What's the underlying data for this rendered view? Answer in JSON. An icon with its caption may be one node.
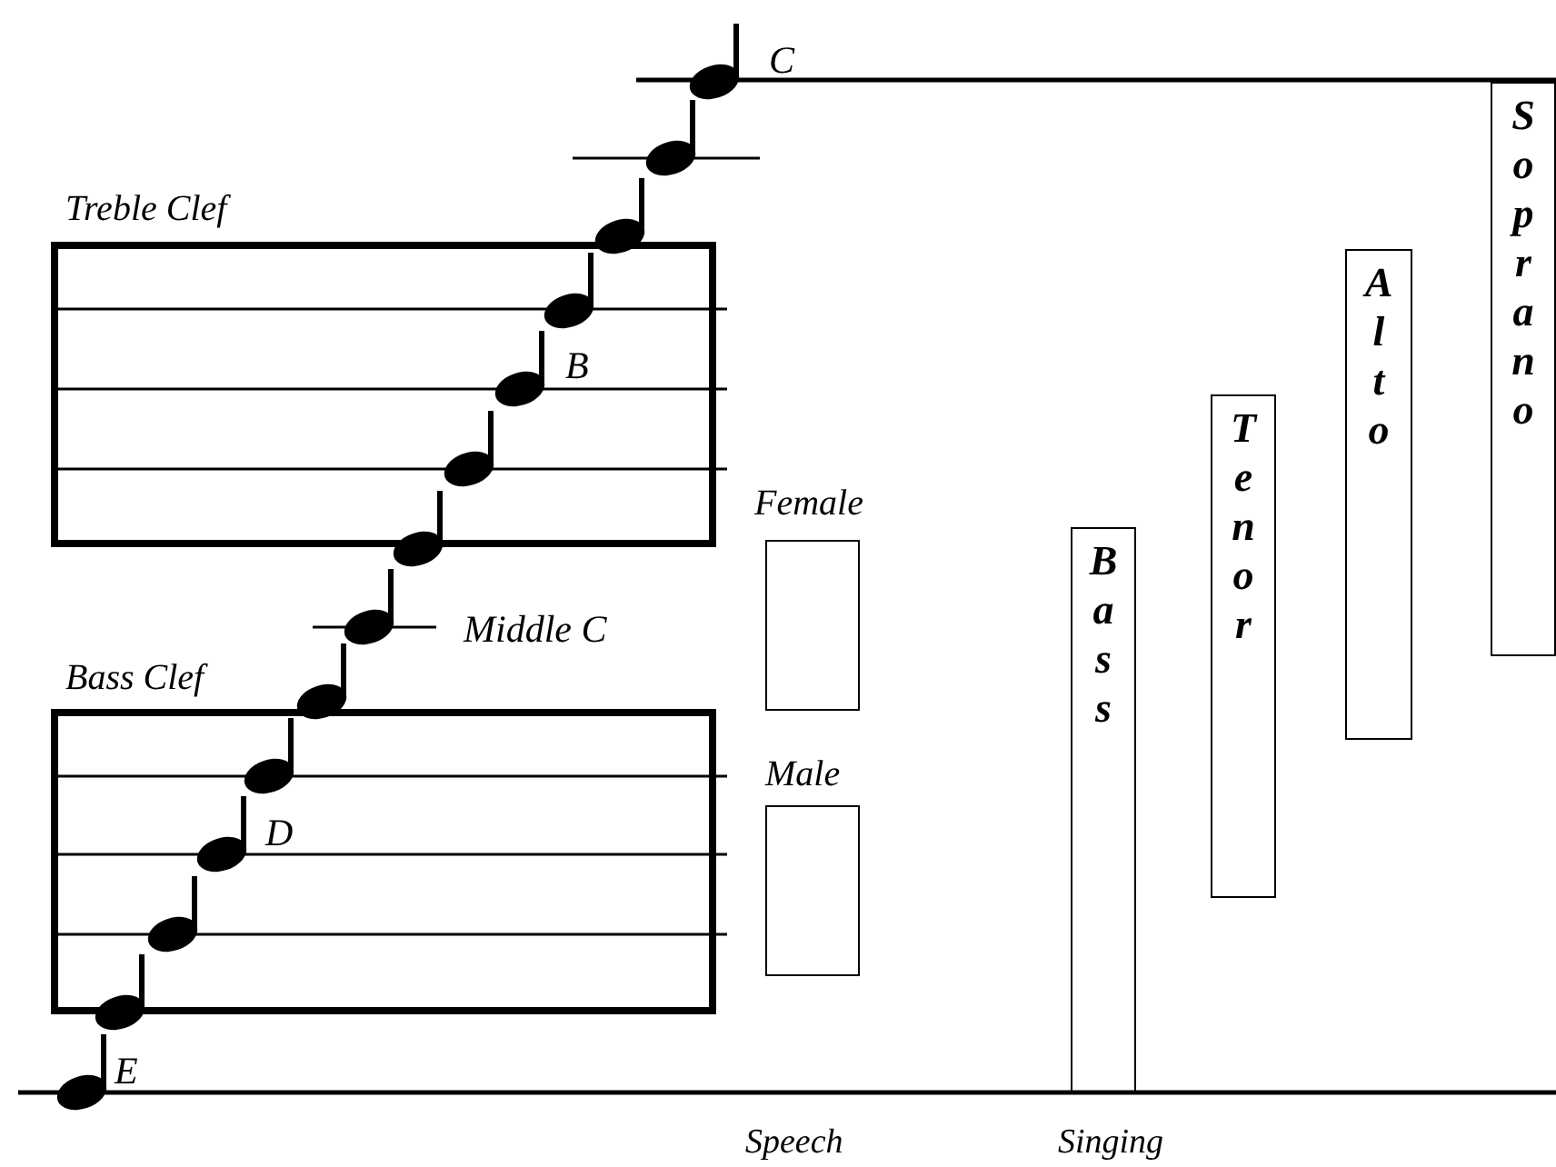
{
  "diagram": {
    "nodes": [
      {
        "text": [
          "Treble Clef"
        ]
      },
      {
        "text": [
          "Bass Clef"
        ]
      },
      {
        "text": [
          "Female"
        ]
      },
      {
        "text": [
          "Male"
        ]
      },
      {
        "text": [
          "Bass"
        ]
      },
      {
        "text": [
          "Tenor"
        ]
      },
      {
        "text": [
          "Alto"
        ]
      },
      {
        "text": [
          "Soprano"
        ]
      }
    ],
    "labels": [
      "C",
      "B",
      "Middle C",
      "D",
      "E",
      "Speech",
      "Singing"
    ]
  }
}
